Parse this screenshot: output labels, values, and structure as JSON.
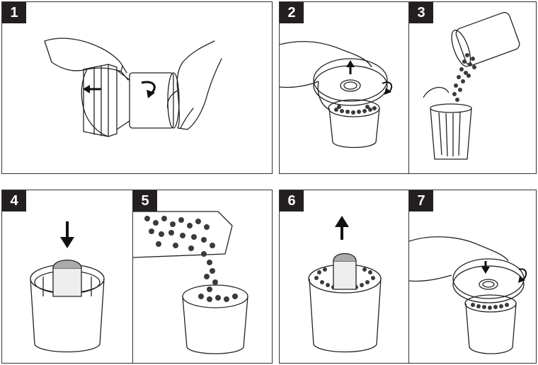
{
  "steps": [
    {
      "number": "1",
      "illustration": "hands-twisting-filter-cartridge-open"
    },
    {
      "number": "2",
      "illustration": "hand-removing-cartridge-lid"
    },
    {
      "number": "3",
      "illustration": "pouring-used-beads-into-bin"
    },
    {
      "number": "4",
      "illustration": "inserting-core-into-empty-cartridge"
    },
    {
      "number": "5",
      "illustration": "pouring-new-beads-into-cartridge"
    },
    {
      "number": "6",
      "illustration": "removing-core-from-filled-cartridge"
    },
    {
      "number": "7",
      "illustration": "hand-replacing-cartridge-lid"
    }
  ],
  "colors": {
    "badge_bg": "#231f20",
    "badge_text": "#ffffff",
    "line": "#222222",
    "bead": "#3a3a3a"
  }
}
